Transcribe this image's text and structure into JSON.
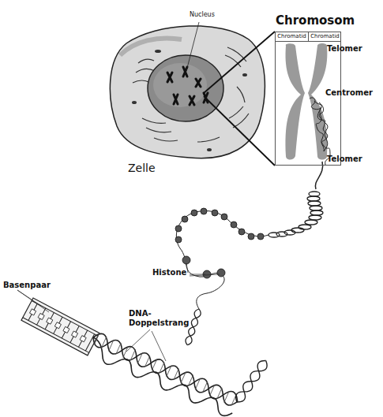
{
  "diagram": {
    "nodes": [
      {
        "text": [
          "Chromosom"
        ]
      },
      {
        "text": [
          "Chromatid"
        ],
        "in": 0
      },
      {
        "text": [
          "Chromatid"
        ],
        "in": 0
      }
    ],
    "labels": [
      "Nucleus",
      "Telomer",
      "Centromer",
      "Telomer",
      "Zelle",
      "Histone",
      "Basenpaar",
      "DNA- Doppelstrang"
    ]
  }
}
